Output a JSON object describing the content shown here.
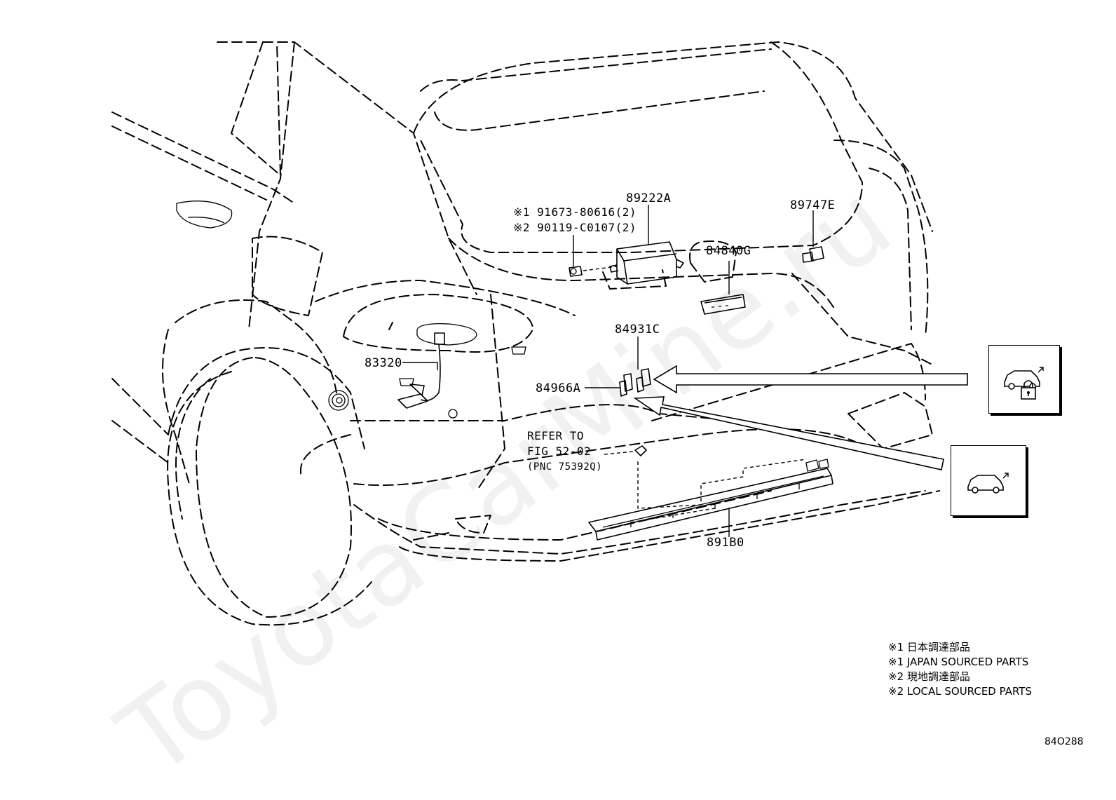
{
  "watermark": "ToyotaCarMine.ru",
  "callouts": {
    "p89222A": "89222A",
    "p89747E": "89747E",
    "p84840G": "84840G",
    "p84931C": "84931C",
    "p84966A": "84966A",
    "p83320": "83320",
    "p891B0": "891B0",
    "bolt1": "※1 91673-80616(2)",
    "bolt2": "※2 90119-C0107(2)",
    "refer_line1": "REFER TO",
    "refer_line2": "FIG 52-02",
    "refer_line3": "(PNC 75392Q)"
  },
  "legend": [
    "※1 日本調達部品",
    "※1 JAPAN SOURCED PARTS",
    "※2 現地調達部品",
    "※2 LOCAL SOURCED PARTS"
  ],
  "figure_code": "84O288",
  "icons": {
    "lock_icon": "vehicle-lock-icon",
    "tailgate_icon": "vehicle-tailgate-kick-icon"
  }
}
